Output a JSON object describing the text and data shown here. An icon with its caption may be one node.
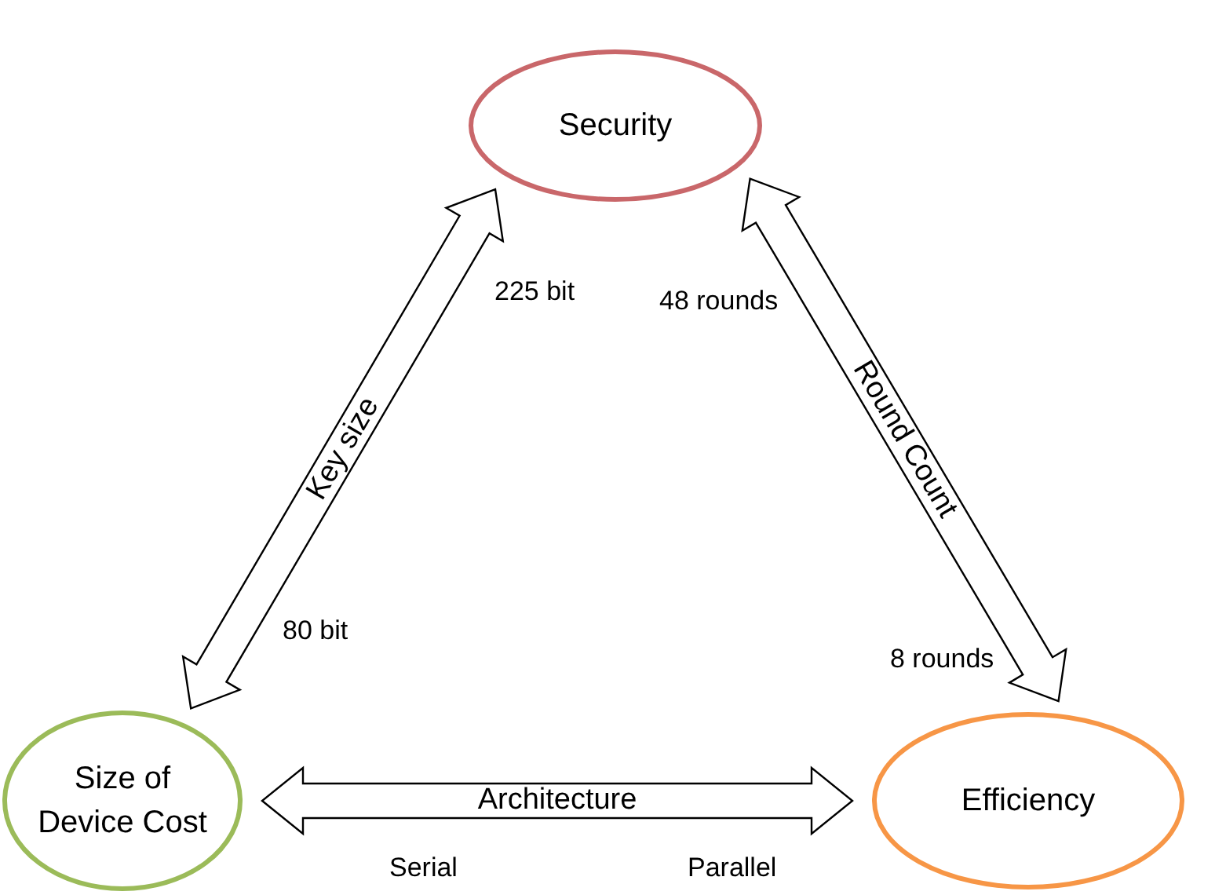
{
  "diagram": {
    "nodes": [
      {
        "text": [
          "Security"
        ]
      },
      {
        "text": [
          "Size of Device Cost"
        ]
      },
      {
        "text": [
          "Efficiency"
        ]
      }
    ],
    "edges": [
      {
        "from": 0,
        "to": 1,
        "arrow": "both",
        "label": "Key size"
      },
      {
        "from": 0,
        "to": 2,
        "arrow": "both",
        "label": "Round Count"
      },
      {
        "from": 1,
        "to": 2,
        "arrow": "both",
        "label": "Architecture"
      }
    ],
    "labels": [
      "225 bit",
      "48 rounds",
      "80 bit",
      "8 rounds",
      "Serial",
      "Parallel"
    ]
  }
}
